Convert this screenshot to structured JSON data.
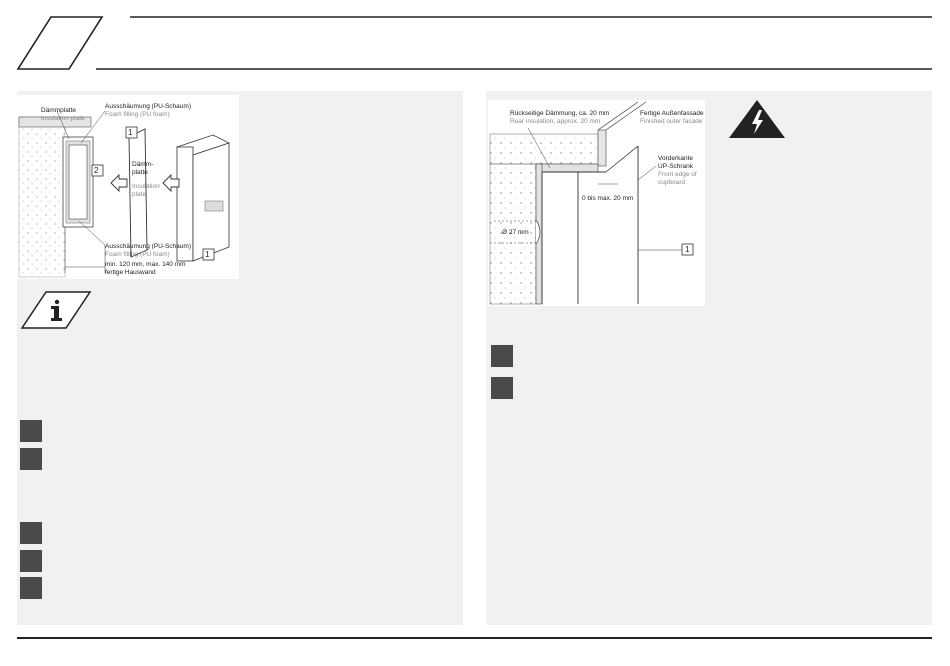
{
  "left_figure": {
    "insulation_de": "Dämmplatte",
    "insulation_en": "Insulation plate",
    "foam_top_de": "Ausschäumung (PU-Schaum)",
    "foam_top_en": "Foam filling (PU foam)",
    "plate_de_1": "Dämm-",
    "plate_de_2": "platte",
    "plate_en_1": "Insulation",
    "plate_en_2": "plate",
    "foam_bottom_de": "Ausschäumung (PU-Schaum)",
    "foam_bottom_en": "Foam filling (PU foam)",
    "wall_dim": "min. 120 mm, max. 140 mm",
    "wall_de": "fertige Hauswand",
    "callout_1": "1",
    "callout_2": "2",
    "callout_1b": "1"
  },
  "right_figure": {
    "rear_de": "Rückseitige Dämmung, ca. 20 mm",
    "rear_en": "Rear insulation, approx. 20 mm",
    "facade_de": "Fertige Außenfassade",
    "facade_en": "Finished outer facade",
    "front_de_1": "Vorderkante",
    "front_de_2": "UP-Schrank",
    "front_en_1": "Front edge of",
    "front_en_2": "cupboard",
    "gap": "0 bis max. 20 mm",
    "dia": "Ø 27 mm",
    "callout_1": "1"
  },
  "colors": {
    "panel": "#f1f1f1",
    "step": "#4a4a4a",
    "rule": "#222222"
  }
}
